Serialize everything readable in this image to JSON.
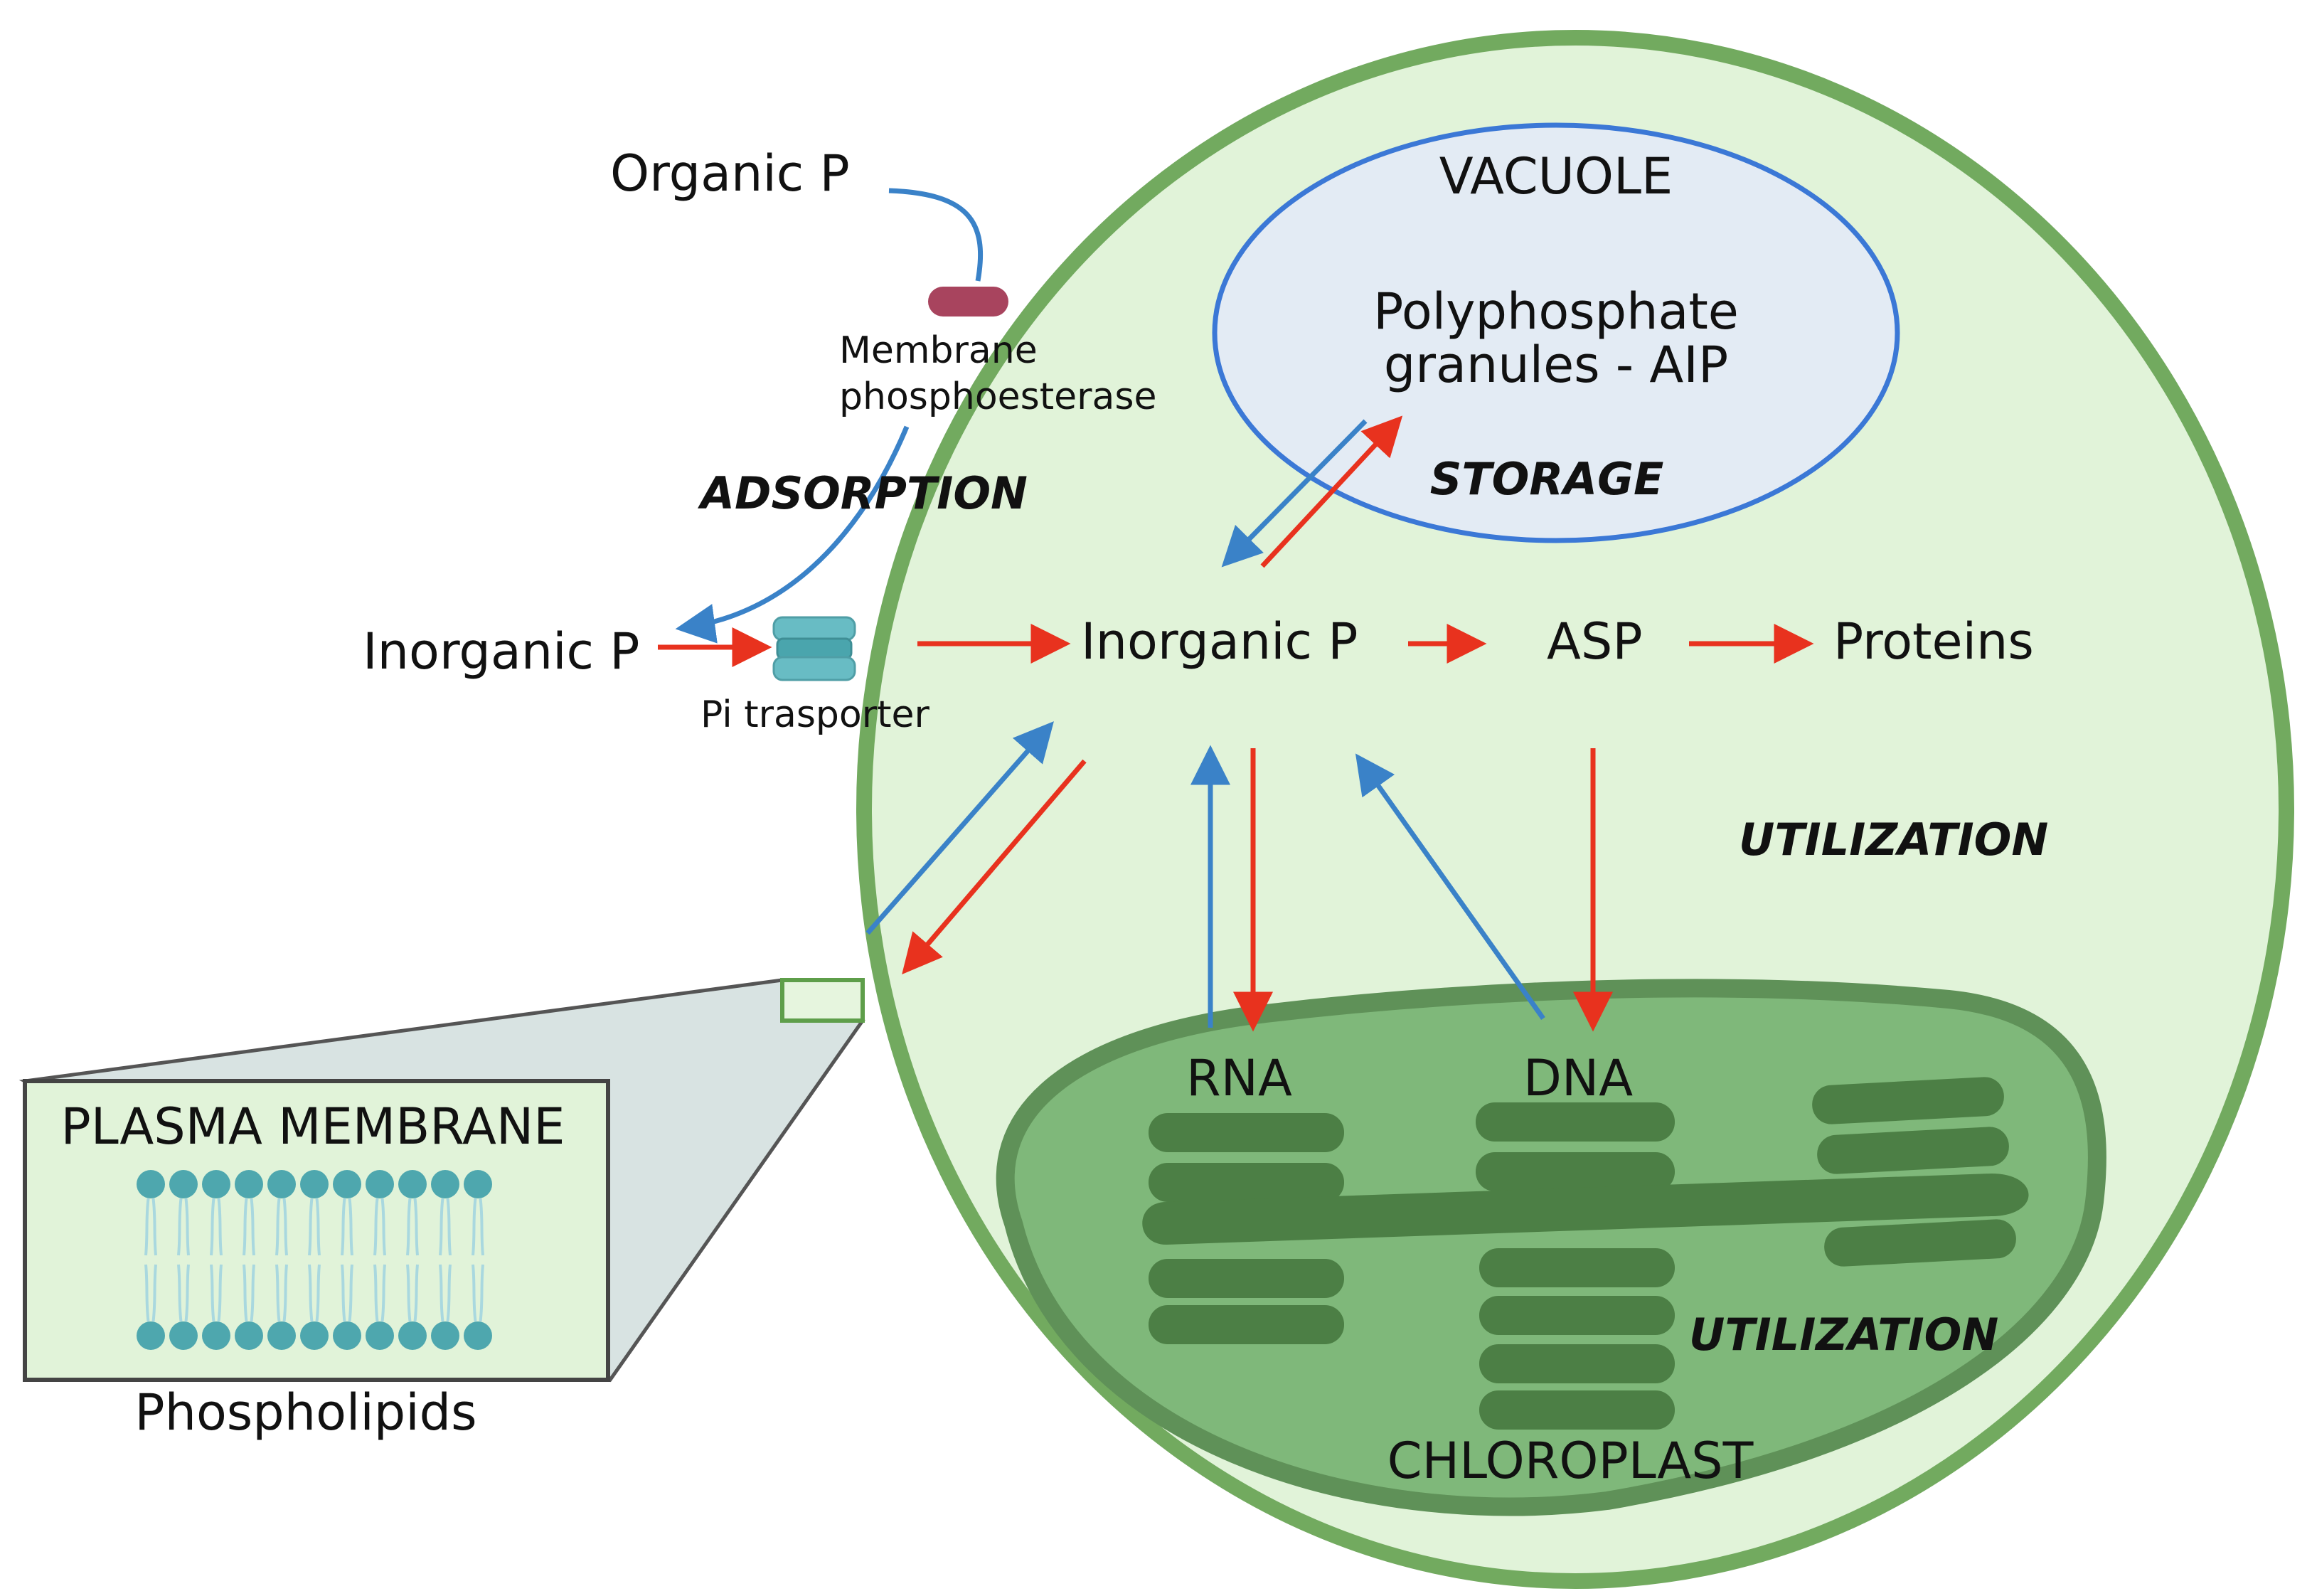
{
  "labels": {
    "organic_p": "Organic P",
    "membrane_phosphoesterase_line1": "Membrane",
    "membrane_phosphoesterase_line2": "phosphoesterase",
    "adsorption": "ADSORPTION",
    "inorganic_p_outside": "Inorganic P",
    "pi_transporter": "Pi trasporter",
    "vacuole": "VACUOLE",
    "polyphosphate_line1": "Polyphosphate",
    "polyphosphate_line2": "granules - AIP",
    "storage": "STORAGE",
    "inorganic_p_inside": "Inorganic P",
    "asp": "ASP",
    "proteins": "Proteins",
    "utilization_cell": "UTILIZATION",
    "rna": "RNA",
    "dna": "DNA",
    "utilization_chloroplast": "UTILIZATION",
    "chloroplast": "CHLOROPLAST",
    "plasma_membrane": "PLASMA MEMBRANE",
    "phospholipids": "Phospholipids"
  },
  "colors": {
    "cell_fill": "#e1f3d9",
    "cell_stroke": "#72aa5f",
    "vacuole_fill": "#e3ebf4",
    "vacuole_stroke": "#3b78d6",
    "chloroplast_fill": "#7fb87a",
    "chloroplast_stroke": "#5f9158",
    "thylakoid": "#4c7f45",
    "arrow_red": "#e8321e",
    "arrow_blue": "#3a82c8",
    "phosphoesterase": "#a8445e",
    "transporter": "#68bcc4",
    "lipid_head": "#4ea7ae",
    "lipid_tail": "#a9d8df",
    "inset_fill": "#e1f3d9",
    "zoom_fill": "#d8e3e2"
  },
  "icons": {
    "membrane_phosphoesterase": "pill-shape-icon",
    "pi_transporter": "channel-protein-icon",
    "phospholipid": "lipid-bilayer-icon"
  }
}
